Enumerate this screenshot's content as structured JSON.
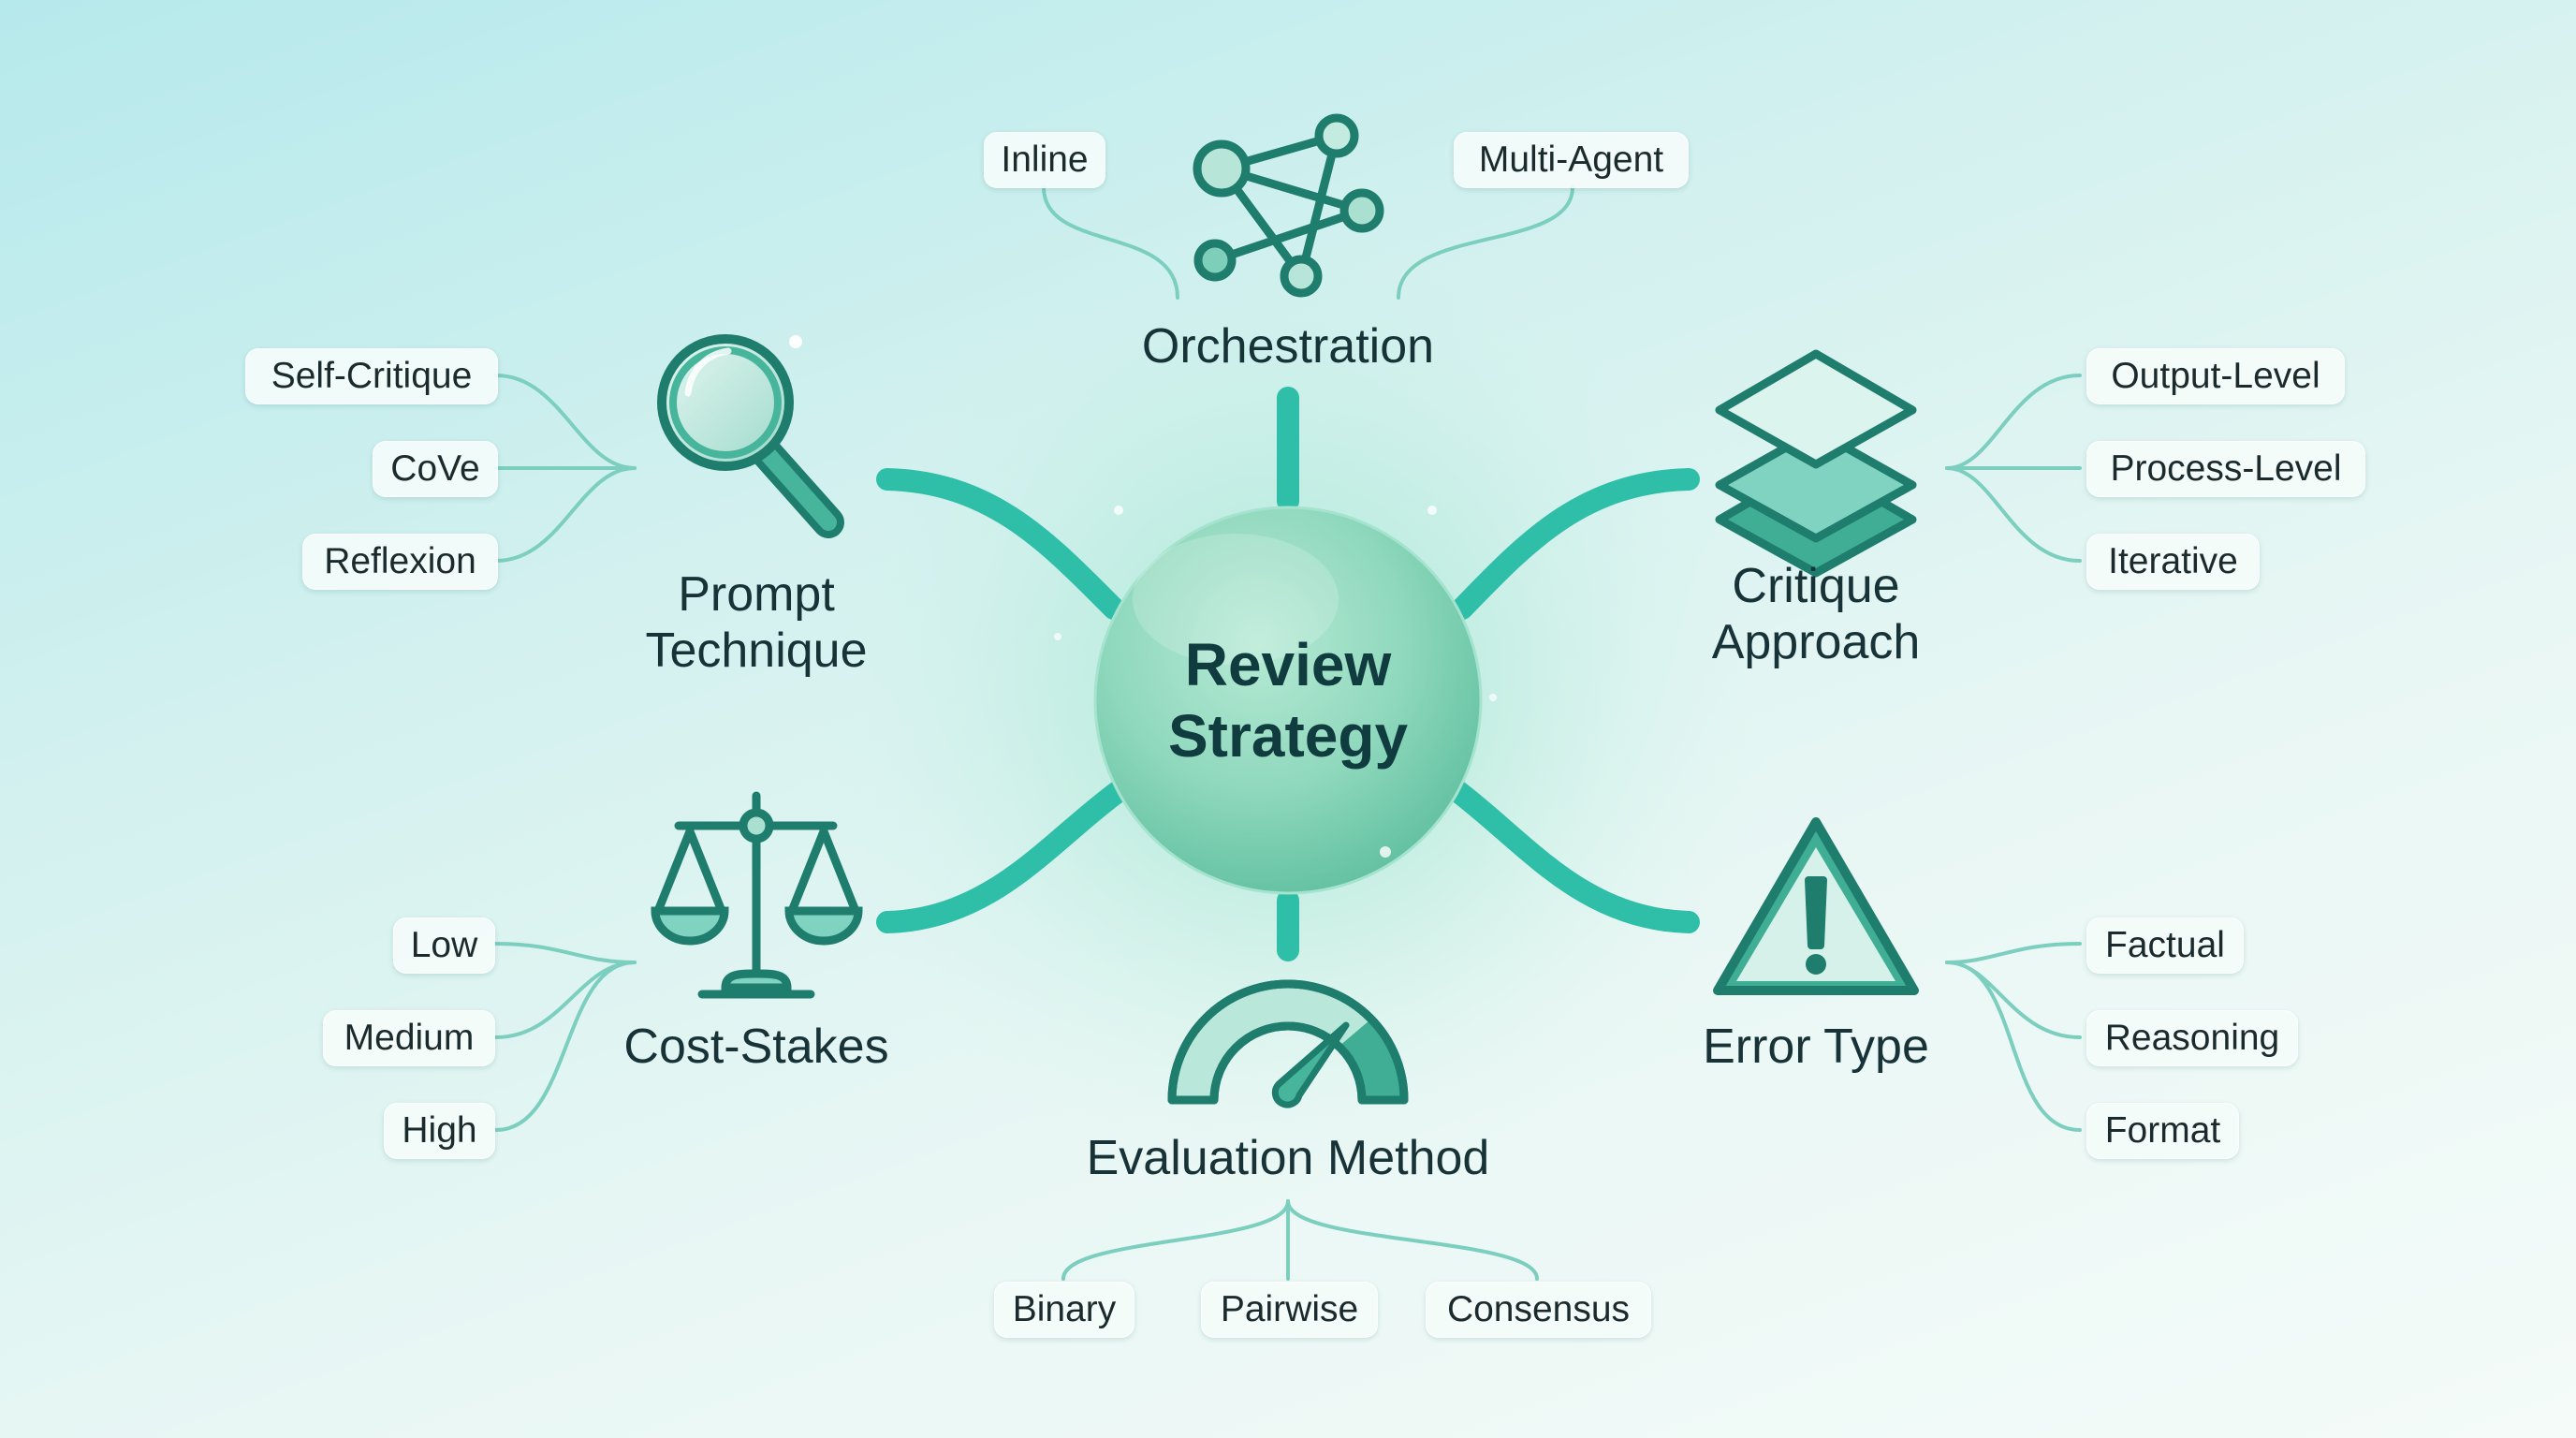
{
  "center": {
    "line1": "Review",
    "line2": "Strategy"
  },
  "categories": {
    "orchestration": {
      "title": "Orchestration",
      "icon": "network-graph-icon",
      "options": [
        "Inline",
        "Multi-Agent"
      ]
    },
    "prompt_technique": {
      "title_line1": "Prompt",
      "title_line2": "Technique",
      "icon": "magnifying-glass-icon",
      "options": [
        "Self-Critique",
        "CoVe",
        "Reflexion"
      ]
    },
    "critique_approach": {
      "title_line1": "Critique",
      "title_line2": "Approach",
      "icon": "layers-icon",
      "options": [
        "Output-Level",
        "Process-Level",
        "Iterative"
      ]
    },
    "cost_stakes": {
      "title": "Cost-Stakes",
      "icon": "balance-scale-icon",
      "options": [
        "Low",
        "Medium",
        "High"
      ]
    },
    "error_type": {
      "title": "Error Type",
      "icon": "warning-triangle-icon",
      "options": [
        "Factual",
        "Reasoning",
        "Format"
      ]
    },
    "evaluation_method": {
      "title": "Evaluation Method",
      "icon": "gauge-icon",
      "options": [
        "Binary",
        "Pairwise",
        "Consensus"
      ]
    }
  },
  "colors": {
    "accent": "#2fbfa8",
    "icon_stroke": "#1f7d6d",
    "icon_fill_light": "#cdeee6",
    "icon_fill_mid": "#7fd3c0",
    "icon_fill_dark": "#3fae95",
    "thin_line": "#7ccfbf",
    "sphere": "#8fd9bf",
    "text": "#1b2a2c"
  }
}
